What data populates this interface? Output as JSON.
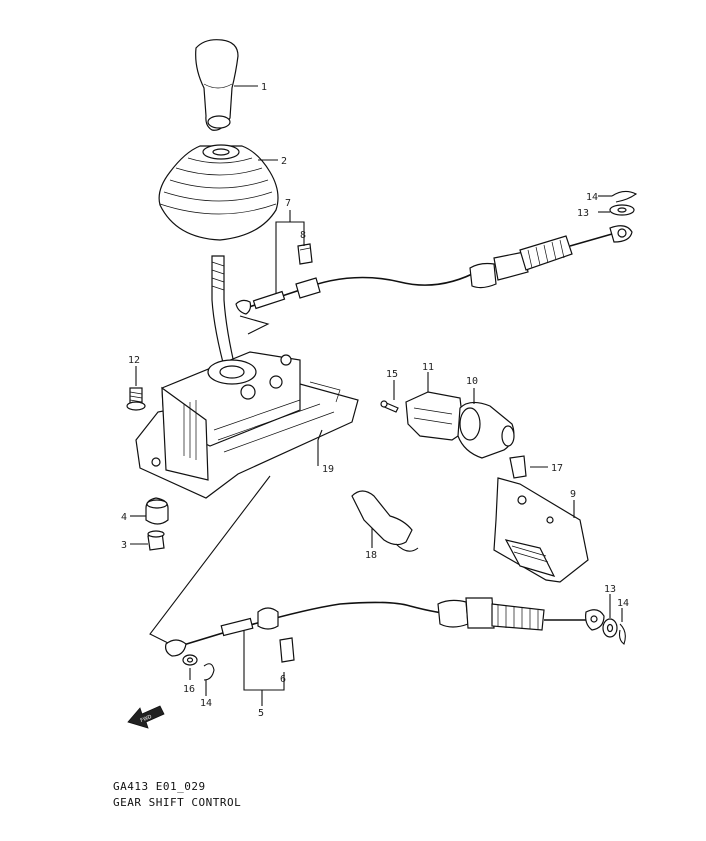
{
  "callouts": {
    "c1": "1",
    "c2": "2",
    "c3": "3",
    "c4": "4",
    "c5": "5",
    "c6": "6",
    "c7": "7",
    "c8": "8",
    "c9": "9",
    "c10": "10",
    "c11": "11",
    "c12": "12",
    "c13a": "13",
    "c13b": "13",
    "c14a": "14",
    "c14b": "14",
    "c14c": "14",
    "c15": "15",
    "c16": "16",
    "c17": "17",
    "c18": "18",
    "c19": "19"
  },
  "fwd_label": "FWD",
  "caption": {
    "code": "GA413 E01_029",
    "title": "GEAR SHIFT CONTROL"
  }
}
